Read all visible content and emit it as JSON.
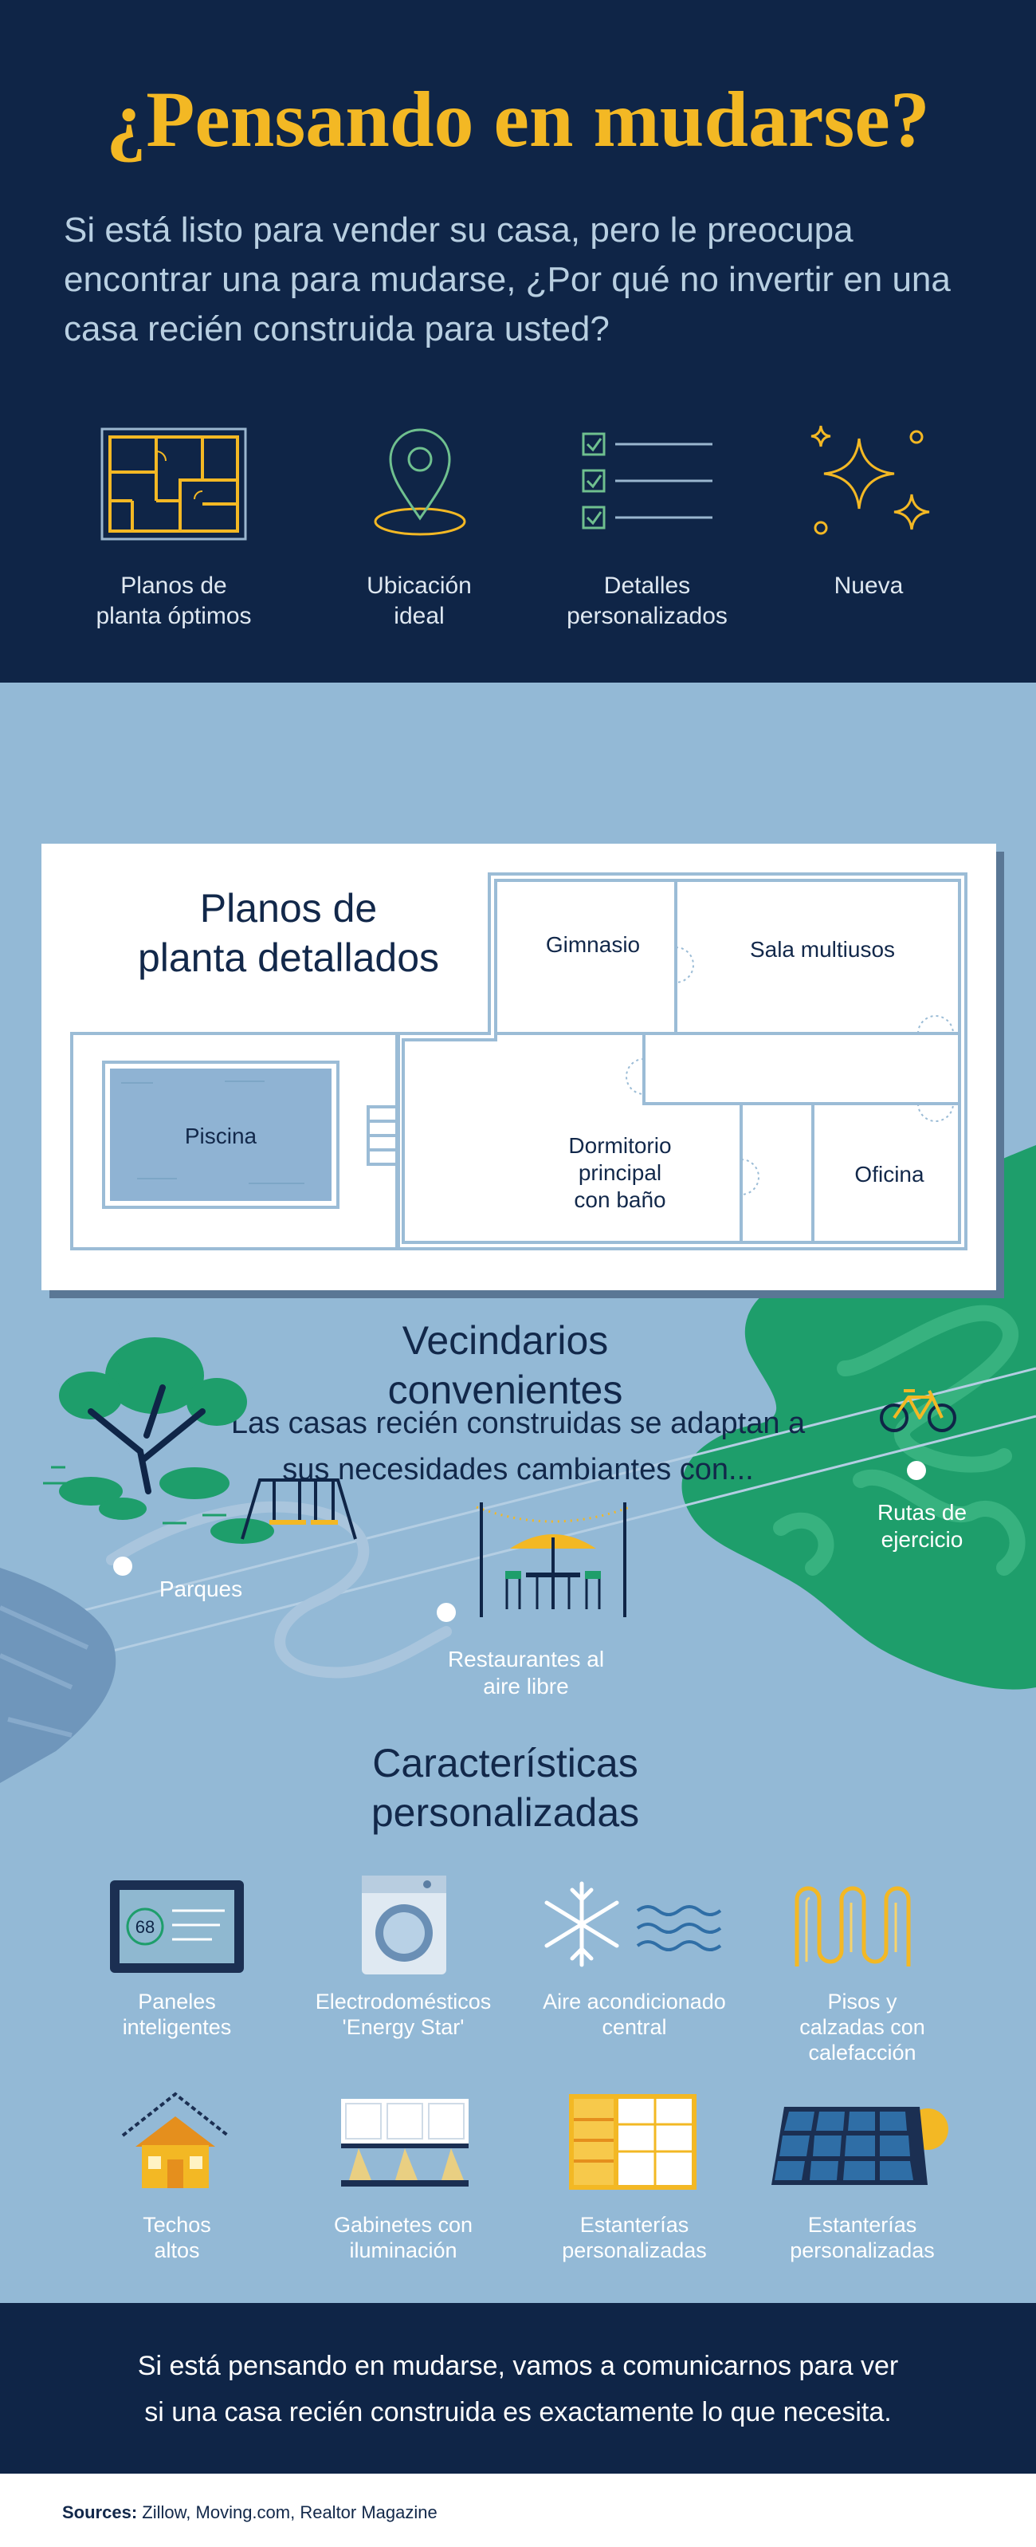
{
  "header": {
    "title": "¿Pensando en mudarse?",
    "intro": "Si está listo para vender su casa, pero le preocupa encontrar una para mudarse, ¿Por qué no invertir en una casa recién construida para usted?",
    "benefits": [
      {
        "icon": "floor-plan-icon",
        "line1": "Planos de",
        "line2": "planta óptimos"
      },
      {
        "icon": "location-pin-icon",
        "line1": "Ubicación",
        "line2": "ideal"
      },
      {
        "icon": "checklist-icon",
        "line1": "Detalles",
        "line2": "personalizados"
      },
      {
        "icon": "sparkle-icon",
        "line1": "Nueva",
        "line2": ""
      }
    ]
  },
  "lead": {
    "line1": "Las casas recién construidas se adaptan a",
    "line2": "sus necesidades cambiantes con..."
  },
  "floorplan": {
    "title_line1": "Planos de",
    "title_line2": "planta detallados",
    "rooms": {
      "gym": "Gimnasio",
      "multi": "Sala multiusos",
      "pool": "Piscina",
      "master_1": "Dormitorio",
      "master_2": "principal",
      "master_3": "con baño",
      "office": "Oficina"
    }
  },
  "neighborhoods": {
    "title_line1": "Vecindarios",
    "title_line2": "convenientes",
    "parks": "Parques",
    "restaurants_1": "Restaurantes al",
    "restaurants_2": "aire libre",
    "trails_1": "Rutas de",
    "trails_2": "ejercicio"
  },
  "features": {
    "title_line1": "Características",
    "title_line2": "personalizadas",
    "thermostat_value": "68",
    "items": [
      {
        "icon": "smart-panel-icon",
        "line1": "Paneles",
        "line2": "inteligentes",
        "line3": ""
      },
      {
        "icon": "washer-icon",
        "line1": "Electrodomésticos",
        "line2": "'Energy Star'",
        "line3": ""
      },
      {
        "icon": "snowflake-icon",
        "line1": "Aire acondicionado",
        "line2": "central",
        "line3": ""
      },
      {
        "icon": "heated-floor-icon",
        "line1": "Pisos y",
        "line2": "calzadas con",
        "line3": "calefacción"
      },
      {
        "icon": "high-ceiling-house-icon",
        "line1": "Techos",
        "line2": "altos",
        "line3": ""
      },
      {
        "icon": "lit-cabinet-icon",
        "line1": "Gabinetes con",
        "line2": "iluminación",
        "line3": ""
      },
      {
        "icon": "shelving-icon",
        "line1": "Estanterías",
        "line2": "personalizadas",
        "line3": ""
      },
      {
        "icon": "solar-panel-icon",
        "line1": "Estanterías",
        "line2": "personalizadas",
        "line3": ""
      }
    ]
  },
  "cta": {
    "line1": "Si está pensando en mudarse, vamos a comunicarnos para ver",
    "line2": "si una casa recién construida es exactamente lo que necesita."
  },
  "footer": {
    "sources_label": "Sources:",
    "sources_text": " Zillow, Moving.com, Realtor Magazine"
  },
  "colors": {
    "navy": "#0f2547",
    "gold": "#f3b824",
    "sky": "#93b9d6",
    "green": "#1e9e6b"
  }
}
